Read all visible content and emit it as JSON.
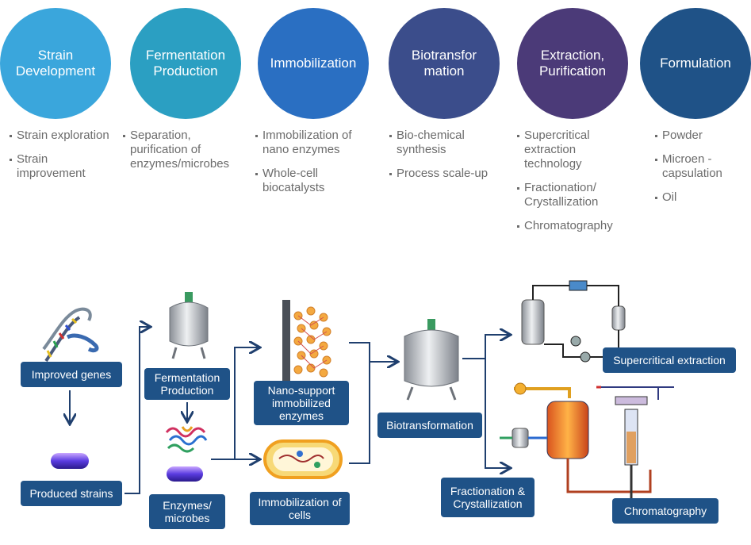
{
  "stages": [
    {
      "title": "Strain Development",
      "color": "#3aa6dc",
      "items": [
        "Strain exploration",
        "Strain improvement"
      ]
    },
    {
      "title": "Fermentation Production",
      "color": "#2b9fc2",
      "items": [
        "Separation, purification of enzymes/microbes"
      ]
    },
    {
      "title": "Immobilization",
      "color": "#2a6fc2",
      "items": [
        "Immobilization of nano enzymes",
        "Whole-cell biocatalysts"
      ]
    },
    {
      "title": "Biotransfor mation",
      "color": "#3b4d8b",
      "items": [
        "Bio-chemical synthesis",
        "Process scale-up"
      ]
    },
    {
      "title": "Extraction, Purification",
      "color": "#4b3a78",
      "items": [
        "Supercritical extraction technology",
        "Fractionation/ Crystallization",
        "Chromatography"
      ]
    },
    {
      "title": "Formulation",
      "color": "#1f5287",
      "items": [
        "Powder",
        "Microen - capsulation",
        "Oil"
      ]
    }
  ],
  "flow": {
    "improved_genes": "Improved genes",
    "produced_strains": "Produced strains",
    "fermentation_production": "Fermentation Production",
    "enzymes_microbes": "Enzymes/ microbes",
    "nano_support": "Nano-support immobilized enzymes",
    "immobilization_cells": "Immobilization of cells",
    "biotransformation": "Biotransformation",
    "supercritical_extraction": "Supercritical extraction",
    "fractionation": "Fractionation & Crystallization",
    "chromatography": "Chromatography"
  }
}
